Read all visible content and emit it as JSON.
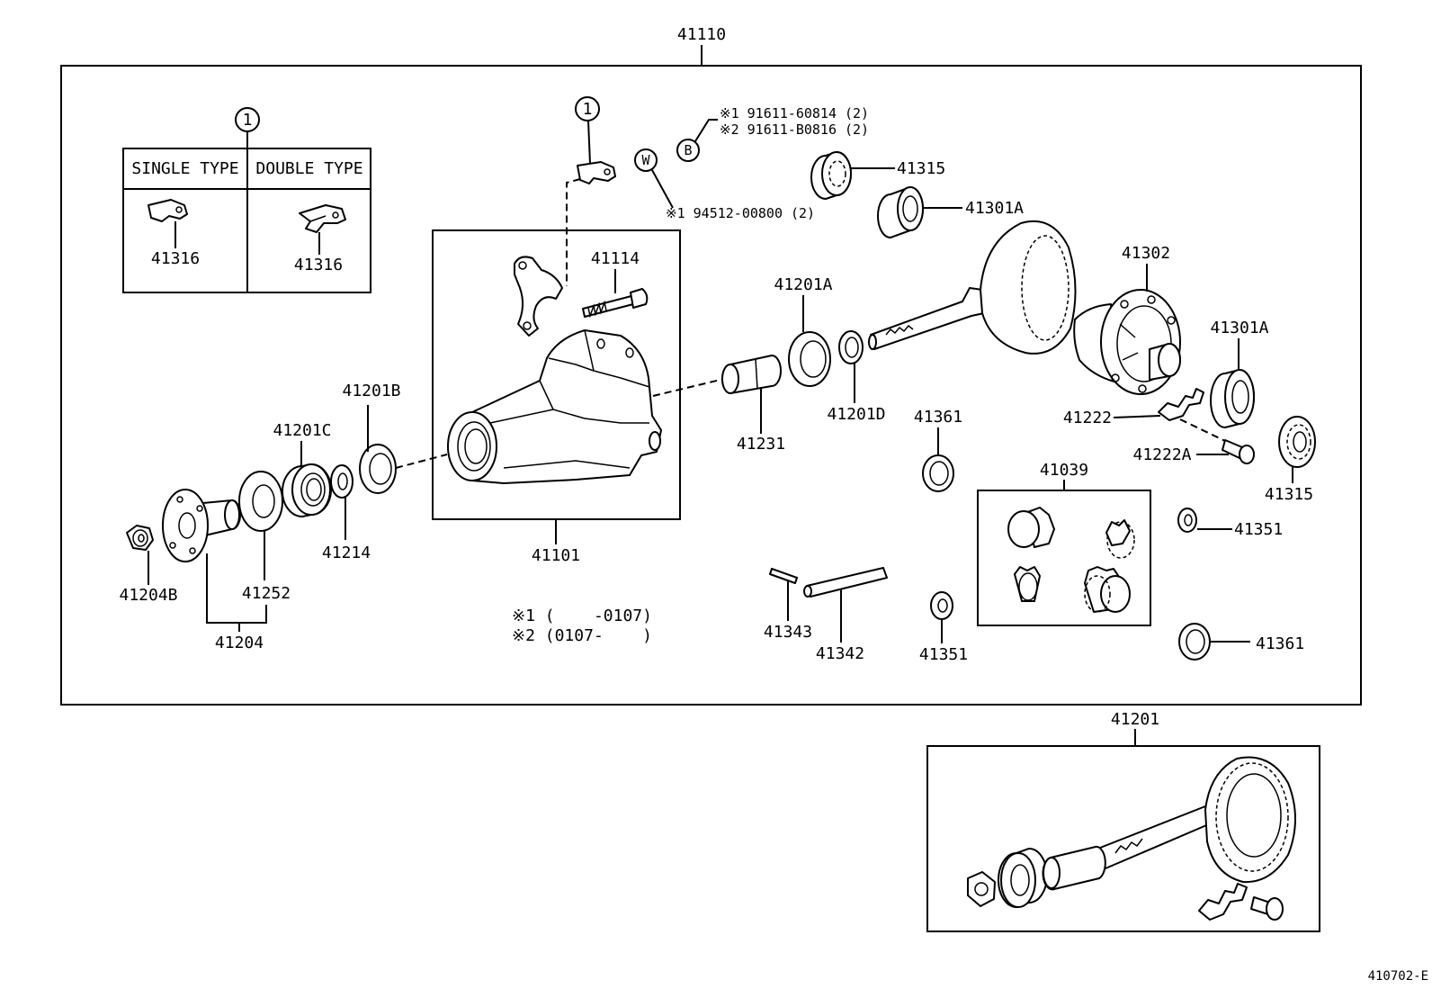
{
  "diagram_code": "410702-E",
  "assembly": {
    "number": "41110"
  },
  "type_table": {
    "ref": "1",
    "single_header": "SINGLE TYPE",
    "double_header": "DOUBLE TYPE",
    "single_part": "41316",
    "double_part": "41316"
  },
  "clip_ref": "1",
  "bolt_b": {
    "symbol": "B",
    "line1": "※1 91611-60814 (2)",
    "line2": "※2 91611-B0816 (2)"
  },
  "washer_w": {
    "symbol": "W",
    "line1": "※1 94512-00800 (2)"
  },
  "footnotes": [
    "※1 (    -0107)",
    "※2 (0107-    )"
  ],
  "callouts": {
    "p41315_upper": "41315",
    "p41301A_upper": "41301A",
    "p41114": "41114",
    "p41201A": "41201A",
    "p41302": "41302",
    "p41301A_right": "41301A",
    "p41201B": "41201B",
    "p41201C": "41201C",
    "p41231": "41231",
    "p41201D": "41201D",
    "p41361_left": "41361",
    "p41222": "41222",
    "p41222A": "41222A",
    "p41315_right": "41315",
    "p41039": "41039",
    "p41351_right": "41351",
    "p41101": "41101",
    "p41214": "41214",
    "p41204B": "41204B",
    "p41252": "41252",
    "p41204": "41204",
    "p41343": "41343",
    "p41342": "41342",
    "p41351_bottom": "41351",
    "p41361_right": "41361",
    "p41201": "41201"
  }
}
